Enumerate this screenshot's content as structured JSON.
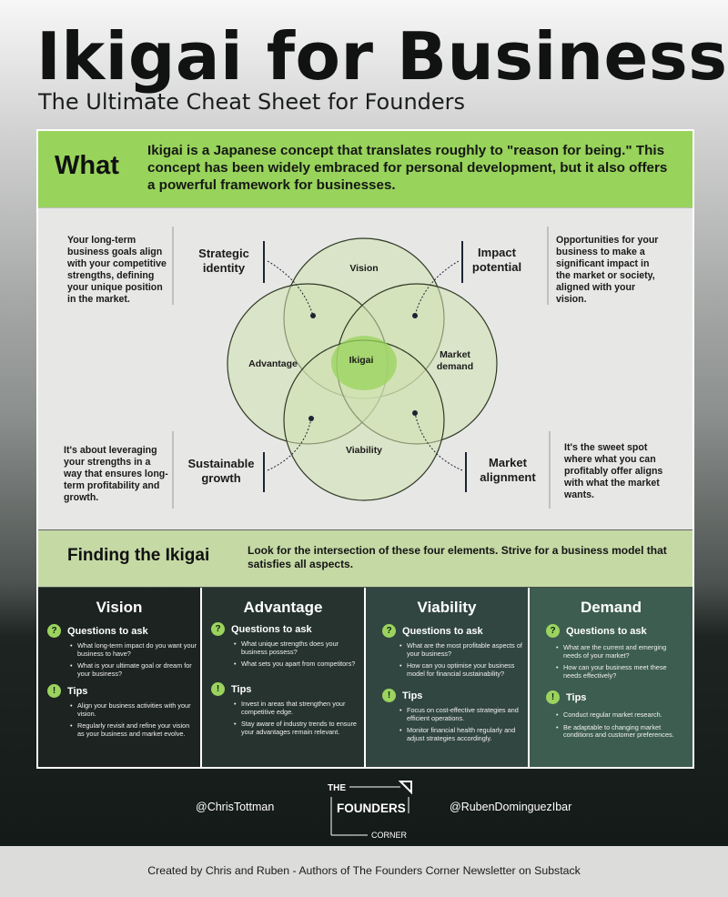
{
  "header": {
    "title": "Ikigai for Business",
    "subtitle": "The Ultimate Cheat Sheet for Founders"
  },
  "what": {
    "label": "What",
    "text": "Ikigai is a Japanese concept that translates roughly to \"reason for being.\" This concept has been widely embraced for personal development, but it also offers a powerful framework for businesses."
  },
  "venn": {
    "circles": [
      "Vision",
      "Advantage",
      "Market demand",
      "Viability"
    ],
    "center": "Ikigai",
    "corners": {
      "top_left": {
        "label": "Strategic identity",
        "text": "Your long-term business goals align with your competitive strengths, defining your unique position in the market."
      },
      "top_right": {
        "label": "Impact potential",
        "text": "Opportunities for your business to make a significant impact in the market or society, aligned with your vision."
      },
      "bottom_left": {
        "label": "Sustainable growth",
        "text": "It's about leveraging your strengths in a way that ensures long-term profitability and growth."
      },
      "bottom_right": {
        "label": "Market alignment",
        "text": "It's the sweet spot where what you can profitably offer aligns with what the market wants."
      }
    },
    "colors": {
      "panel": "#e7e7e6",
      "circle_fill": "#cfe2b0",
      "circle_stroke": "#2f3a25",
      "center": "#98d35b"
    }
  },
  "finding": {
    "title": "Finding the Ikigai",
    "text": "Look for the intersection of these four elements. Strive for a business model that satisfies all aspects."
  },
  "columns": [
    {
      "title": "Vision",
      "questions_label": "Questions to ask",
      "questions": [
        "What long-term impact do you want your business to have?",
        "What is your ultimate goal or dream for your business?"
      ],
      "tips_label": "Tips",
      "tips": [
        "Align your business activities with your vision.",
        "Regularly revisit and refine your vision as your business and market evolve."
      ],
      "bg": "#1c2321"
    },
    {
      "title": "Advantage",
      "questions_label": "Questions to ask",
      "questions": [
        "What unique strengths does your business possess?",
        "What sets you apart from competitors?"
      ],
      "tips_label": "Tips",
      "tips": [
        "Invest in areas that strengthen your competitive edge.",
        "Stay aware of industry trends to ensure your advantages remain relevant."
      ],
      "bg": "#26332f"
    },
    {
      "title": "Viability",
      "questions_label": "Questions to ask",
      "questions": [
        "What are the most profitable aspects of your business?",
        "How can you optimise your business model for financial sustainability?"
      ],
      "tips_label": "Tips",
      "tips": [
        "Focus on cost-effective strategies and efficient operations.",
        "Monitor financial health regularly and adjust strategies accordingly."
      ],
      "bg": "#314640"
    },
    {
      "title": "Demand",
      "questions_label": "Questions to ask",
      "questions": [
        "What are the current and emerging needs of your market?",
        "How can your business meet these needs effectively?"
      ],
      "tips_label": "Tips",
      "tips": [
        "Conduct regular market research.",
        "Be adaptable to changing market conditions and customer preferences."
      ],
      "bg": "#3d5d50"
    }
  ],
  "social": {
    "left_handle": "@ChrisTottman",
    "right_handle": "@RubenDominguezIbar"
  },
  "logo": {
    "line1": "THE",
    "line2": "FOUNDERS",
    "line3": "CORNER"
  },
  "footer": {
    "text": "Created by Chris and Ruben - Authors of The Founders Corner Newsletter on Substack"
  }
}
